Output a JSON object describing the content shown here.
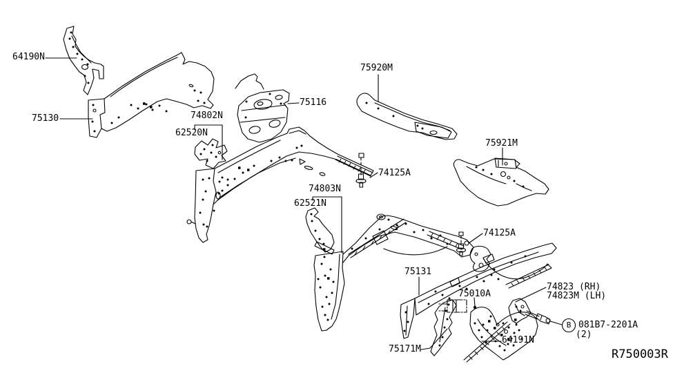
{
  "diagram": {
    "type": "vehicle-body-parts-diagram",
    "figure_code": "R750003R",
    "callouts": {
      "c64190N": "64190N",
      "c75130": "75130",
      "c74802N": "74802N",
      "c62520N": "62520N",
      "c75116": "75116",
      "c75920M": "75920M",
      "c74125A_top": "74125A",
      "c74803N": "74803N",
      "c62521N": "62521N",
      "c75921M": "75921M",
      "c74125A_mid": "74125A",
      "c75131": "75131",
      "c75010A": "75010A",
      "c74823_rh": "74823 (RH)",
      "c74823m_lh": "74823M (LH)",
      "bolt_letter": "B",
      "c081B7": "081B7-2201A",
      "c081B7_qty": "(2)",
      "c75171M": "75171M",
      "c64191N": "64191N"
    },
    "colors": {
      "line": "#000000",
      "background": "#ffffff"
    }
  }
}
